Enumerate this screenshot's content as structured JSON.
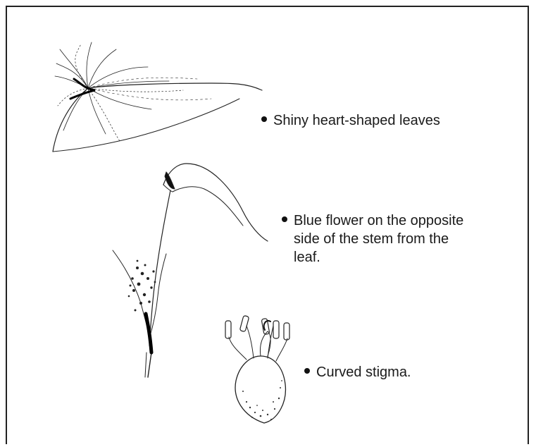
{
  "labels": {
    "leaves": "Shiny heart-shaped leaves",
    "flower_line1": "Blue flower on the opposite",
    "flower_line2": "side of the stem from the",
    "flower_line3": "leaf.",
    "stigma": "Curved stigma."
  },
  "colors": {
    "ink": "#111111",
    "paper": "#ffffff",
    "frame": "#222222"
  }
}
